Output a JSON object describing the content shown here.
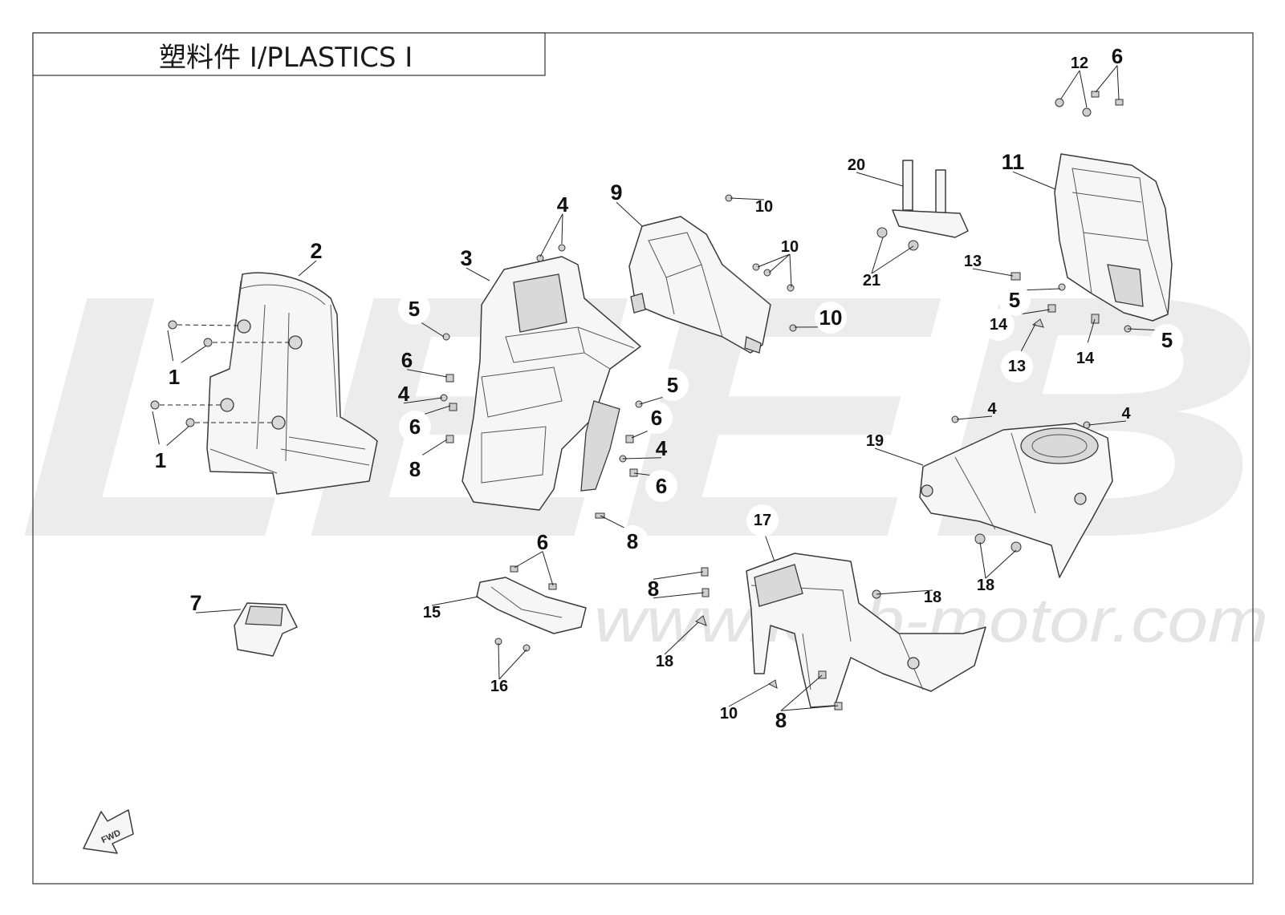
{
  "title": "塑料件 Ⅰ/PLASTICS Ⅰ",
  "watermark": "LEEB",
  "website": "www.leeb-motor.com",
  "fwd_label": "FWD",
  "callouts": [
    {
      "id": "c2",
      "label": "2"
    },
    {
      "id": "c1a",
      "label": "1"
    },
    {
      "id": "c1b",
      "label": "1"
    },
    {
      "id": "c3",
      "label": "3"
    },
    {
      "id": "c4a",
      "label": "4"
    },
    {
      "id": "c5a",
      "label": "5"
    },
    {
      "id": "c6a",
      "label": "6"
    },
    {
      "id": "c4b",
      "label": "4"
    },
    {
      "id": "c6b",
      "label": "6"
    },
    {
      "id": "c8a",
      "label": "8"
    },
    {
      "id": "c5b",
      "label": "5"
    },
    {
      "id": "c6c",
      "label": "6"
    },
    {
      "id": "c4c",
      "label": "4"
    },
    {
      "id": "c6d",
      "label": "6"
    },
    {
      "id": "c8b",
      "label": "8"
    },
    {
      "id": "c9",
      "label": "9"
    },
    {
      "id": "c10a",
      "label": "10"
    },
    {
      "id": "c10b",
      "label": "10"
    },
    {
      "id": "c10c",
      "label": "10"
    },
    {
      "id": "c20",
      "label": "20"
    },
    {
      "id": "c21",
      "label": "21"
    },
    {
      "id": "c12",
      "label": "12"
    },
    {
      "id": "c6e",
      "label": "6"
    },
    {
      "id": "c11",
      "label": "11"
    },
    {
      "id": "c13a",
      "label": "13"
    },
    {
      "id": "c5c",
      "label": "5"
    },
    {
      "id": "c14a",
      "label": "14"
    },
    {
      "id": "c13b",
      "label": "13"
    },
    {
      "id": "c14b",
      "label": "14"
    },
    {
      "id": "c5d",
      "label": "5"
    },
    {
      "id": "c4d",
      "label": "4"
    },
    {
      "id": "c4e",
      "label": "4"
    },
    {
      "id": "c19",
      "label": "19"
    },
    {
      "id": "c18a",
      "label": "18"
    },
    {
      "id": "c7",
      "label": "7"
    },
    {
      "id": "c6f",
      "label": "6"
    },
    {
      "id": "c15",
      "label": "15"
    },
    {
      "id": "c16",
      "label": "16"
    },
    {
      "id": "c17",
      "label": "17"
    },
    {
      "id": "c8c",
      "label": "8"
    },
    {
      "id": "c18b",
      "label": "18"
    },
    {
      "id": "c18c",
      "label": "18"
    },
    {
      "id": "c10d",
      "label": "10"
    },
    {
      "id": "c8d",
      "label": "8"
    }
  ]
}
